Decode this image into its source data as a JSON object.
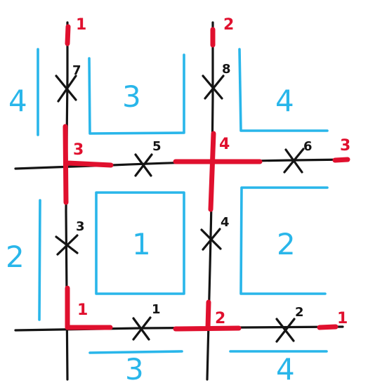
{
  "colors": {
    "background": "#ffffff",
    "lines": "#141414",
    "vertex_marks": "#e0102e",
    "region_labels": "#29b6ea"
  },
  "vertex_labels": {
    "top_left_axis_end": "1",
    "top_right_axis_end": "2",
    "upper_left_crossing": "3",
    "upper_right_crossing": "4",
    "upper_right_axis_end": "3",
    "lower_left_crossing": "1",
    "lower_right_crossing": "2",
    "lower_right_axis_end": "1"
  },
  "edge_labels": {
    "top_left_vertical": "7",
    "top_right_vertical": "8",
    "upper_middle_horizontal": "5",
    "upper_right_horizontal": "6",
    "middle_left_vertical": "3",
    "middle_right_vertical": "4",
    "lower_middle_horizontal": "1",
    "lower_right_horizontal": "2"
  },
  "face_labels": {
    "top_left_edge": "4",
    "top_middle": "3",
    "top_right": "4",
    "middle_left_edge": "2",
    "center": "1",
    "middle_right": "2",
    "bottom_middle": "3",
    "bottom_right": "4"
  }
}
